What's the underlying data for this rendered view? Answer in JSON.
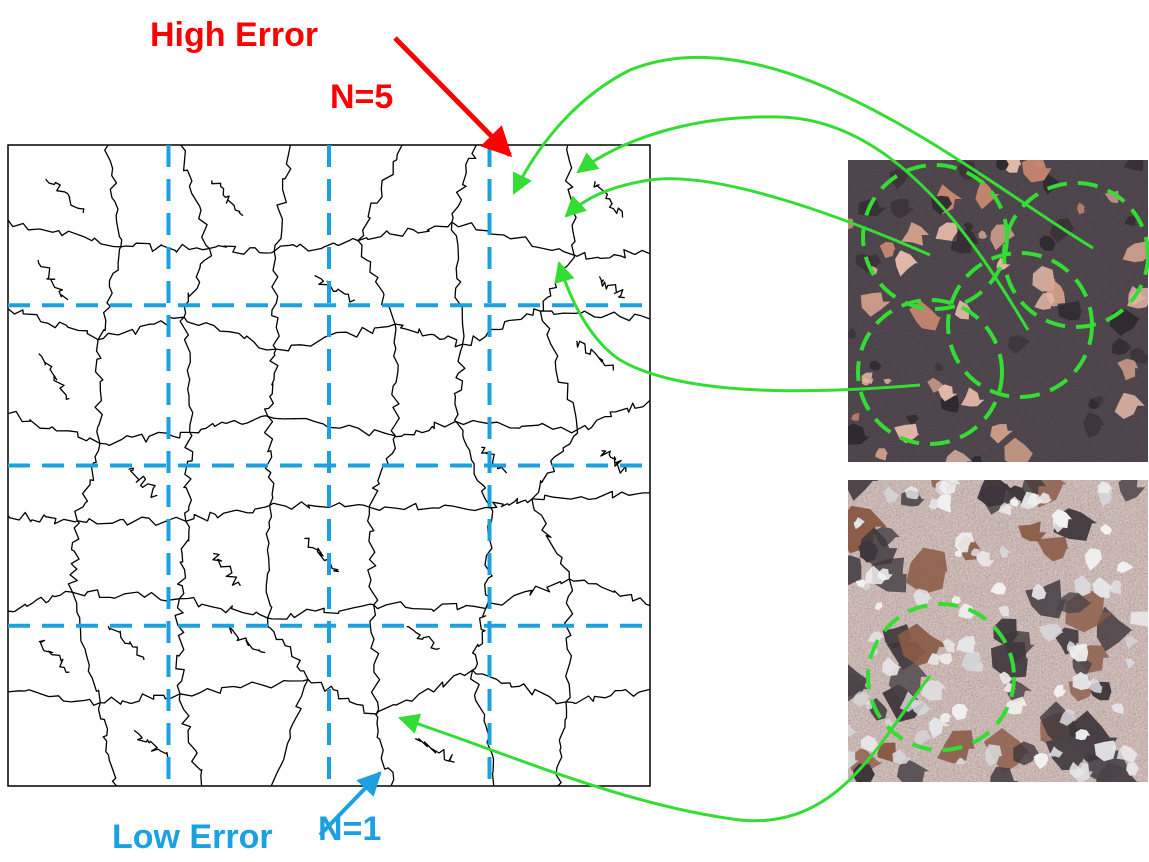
{
  "labels": {
    "high_error": "High Error",
    "n_high": "N=5",
    "low_error": "Low Error",
    "n_low": "N=1"
  },
  "colors": {
    "high": "#ff0000",
    "low": "#1ba1e2",
    "grid": "#1ba1e2",
    "callout": "#33dd33",
    "boundaries": "#000000"
  },
  "figure": {
    "grid_divisions": 4,
    "callout_circles_top_image": 4,
    "callout_circles_bottom_image": 1,
    "top_image_theme": "dark",
    "bottom_image_theme": "light"
  }
}
